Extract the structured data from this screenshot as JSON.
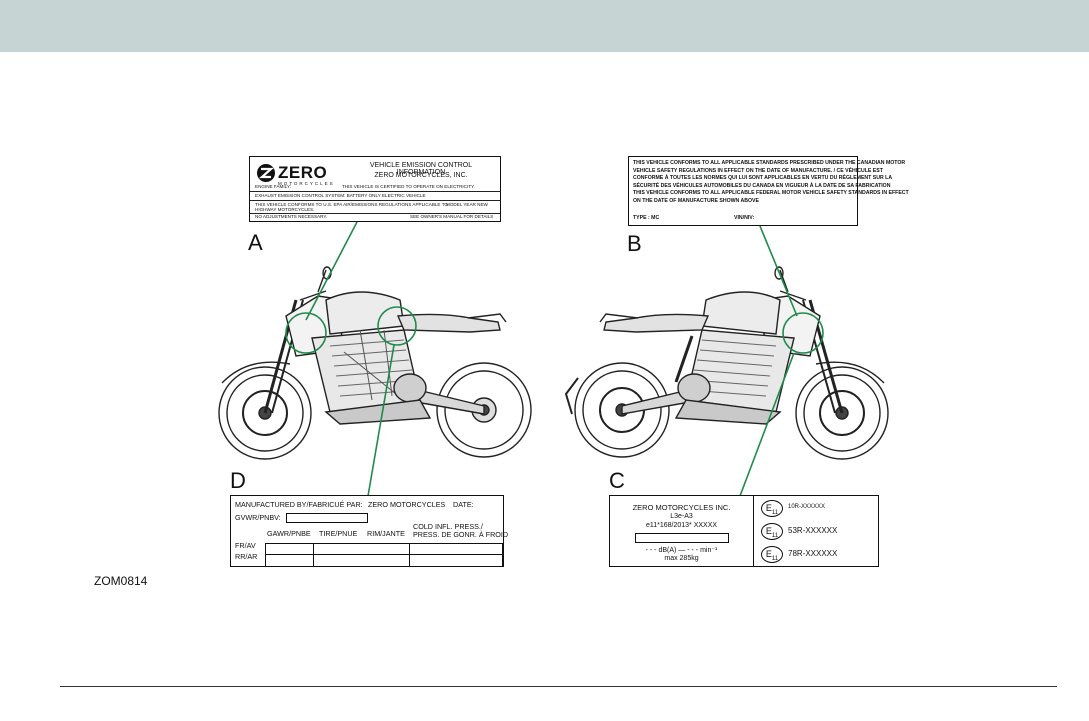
{
  "figure": {
    "id": "ZOM0814"
  },
  "callouts": [
    "A",
    "B",
    "C",
    "D"
  ],
  "label_a": {
    "brand": "ZERO",
    "brand_sub": "MOTORCYCLES",
    "title_line1": "VEHICLE EMISSION CONTROL INFORMATION",
    "title_line2": "ZERO MOTORCYCLES, INC.",
    "engine_family": "ENGINE FAMILY:",
    "certified": "THIS VEHICLE IS CERTIFIED TO OPERATE ON ELECTRICITY.",
    "exhaust": "EXHAUST EMISSION CONTROL SYSTEM: BATTERY ONLY ELECTRIC VEHICLE",
    "conforms_1": "THIS VEHICLE CONFORMS TO U.S. EPA AIR/EMISSIONS REGULATIONS APPLICABLE TO",
    "model_year": "MODEL YEAR NEW",
    "conforms_2": "HIGHWAY MOTORCYCLES.",
    "no_adjust": "NO ADJUSTMENTS NECESSARY.",
    "see_manual": "SEE OWNER'S MANUAL FOR DETAILS"
  },
  "label_b": {
    "lines": [
      "THIS VEHICLE CONFORMS TO ALL APPLICABLE STANDARDS PRESCRIBED UNDER THE CANADIAN MOTOR",
      "VEHICLE SAFETY REGULATIONS IN EFFECT ON THE DATE OF MANUFACTURE. / CE VÉHICULE EST",
      "CONFORME À TOUTES LES NORMES QUI LUI SONT APPLICABLES EN VERTU DU RÈGLEMENT SUR LA",
      "SÉCURITÉ DES VÉHICULES AUTOMOBILES DU CANADA EN VIGUEUR À LA DATE DE SA FABRICATION",
      "THIS VEHICLE CONFORMS TO ALL APPLICABLE FEDERAL MOTOR VEHICLE SAFETY STANDARDS IN EFFECT",
      "ON THE DATE OF MANUFACTURE SHOWN ABOVE"
    ],
    "type": "TYPE : MC",
    "vin": "VIN/NIV:"
  },
  "label_c": {
    "company": "ZERO MOTORCYCLES INC.",
    "category": "L3e-A3",
    "approval": "e11*168/2013* XXXXX",
    "noise": "- - - dB(A) — - - - min⁻¹",
    "mass": "max 285kg",
    "emarks": [
      {
        "mark": "E",
        "num": "11",
        "code": "10R-XXXXXX"
      },
      {
        "mark": "E",
        "num": "11",
        "code": "53R-XXXXXX"
      },
      {
        "mark": "E",
        "num": "11",
        "code": "78R-XXXXXX"
      }
    ]
  },
  "label_d": {
    "manufactured_by": "MANUFACTURED BY/FABRICUÉ PAR:",
    "maker": "ZERO MOTORCYCLES",
    "date": "DATE:",
    "gvwr": "GVWR/PNBV:",
    "col_gawr": "GAWR/PNBE",
    "col_tire": "TIRE/PNUE",
    "col_rim": "RIM/JANTE",
    "col_press_1": "COLD INFL. PRESS./",
    "col_press_2": "PRESS. DE GONR. À FROID",
    "row_front": "FR/AV",
    "row_rear": "RR/AR"
  },
  "colors": {
    "header_band": "#c6d5d3",
    "leader_green": "#1f8a4c",
    "line_art": "#222222"
  }
}
